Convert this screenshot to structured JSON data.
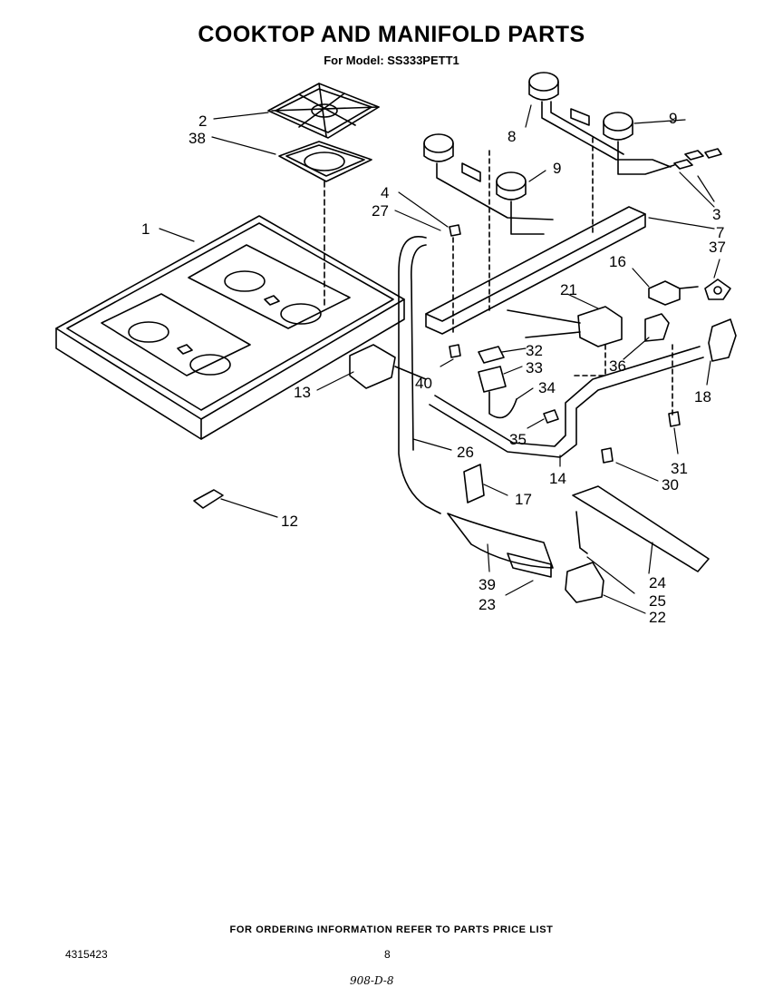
{
  "title": "COOKTOP AND MANIFOLD PARTS",
  "subtitle": "For Model: SS333PETT1",
  "callouts": [
    "1",
    "2",
    "38",
    "4",
    "27",
    "8",
    "9",
    "9",
    "3",
    "7",
    "37",
    "16",
    "21",
    "32",
    "33",
    "34",
    "36",
    "35",
    "40",
    "13",
    "26",
    "14",
    "17",
    "18",
    "31",
    "30",
    "12",
    "39",
    "23",
    "24",
    "25",
    "22"
  ],
  "footer": {
    "ordering_note": "FOR ORDERING INFORMATION REFER TO PARTS PRICE LIST",
    "doc_number": "4315423",
    "page_number": "8",
    "handwritten": "908-D-8"
  }
}
